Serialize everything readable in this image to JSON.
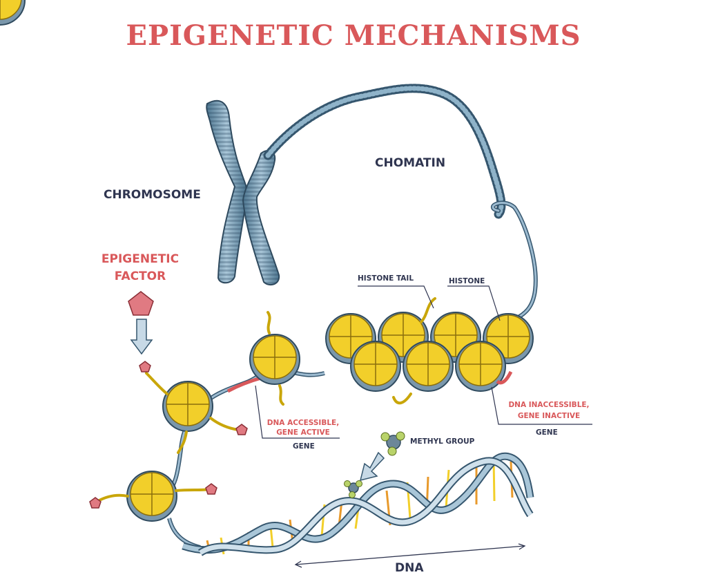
{
  "title": "EPIGENETIC MECHANISMS",
  "labels": {
    "chromosome": "CHROMOSOME",
    "chromatin": "CHOMATIN",
    "epigenetic_factor_line1": "EPIGENETIC",
    "epigenetic_factor_line2": "FACTOR",
    "histone_tail": "HISTONE TAIL",
    "histone": "HISTONE",
    "dna_accessible_line1": "DNA ACCESSIBLE,",
    "dna_accessible_line2": "GENE ACTIVE",
    "gene_left": "GENE",
    "dna_inaccessible_line1": "DNA INACCESSIBLE,",
    "dna_inaccessible_line2": "GENE INACTIVE",
    "gene_right": "GENE",
    "methyl_group": "METHYL GROUP",
    "dna": "DNA"
  },
  "colors": {
    "title_red": "#d9585a",
    "label_navy": "#2f3550",
    "histone_yellow": "#f2cf2a",
    "dna_blue": "#8fb3c9",
    "base_orange": "#e89a2c",
    "pentagon_pink": "#e07a82",
    "methyl_green": "#b9d36a"
  }
}
